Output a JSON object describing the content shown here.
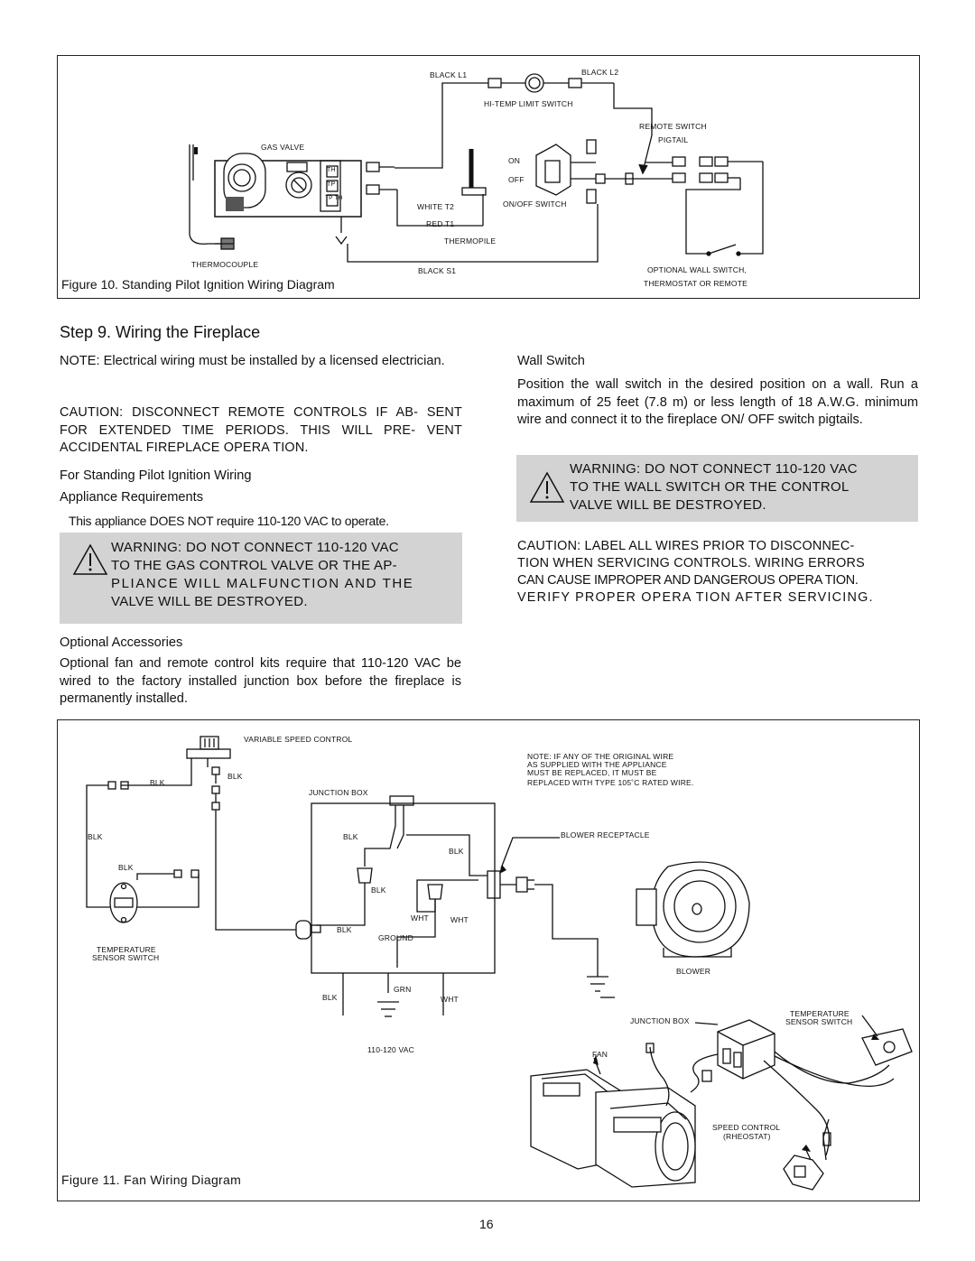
{
  "figure10": {
    "caption": "Figure 10.   Standing Pilot Ignition Wiring Diagram",
    "labels": {
      "black_l1": "BLACK L1",
      "black_l2": "BLACK L2",
      "limit_switch": "HI-TEMP LIMIT SWITCH",
      "remote_switch": "REMOTE SWITCH",
      "pigtail": "PIGTAIL",
      "gas_valve": "GAS VALVE",
      "on": "ON",
      "off": "OFF",
      "onoff_switch": "ON/OFF SWITCH",
      "white_t2": "WHITE T2",
      "red_t1": "RED T1",
      "thermopile": "THERMOPILE",
      "thermocouple": "THERMOCOUPLE",
      "black_s1": "BLACK S1",
      "optional_wall": "OPTIONAL WALL SWITCH,",
      "thermostat_remote": "THERMOSTAT OR REMOTE",
      "th": "TH",
      "tp": "TP",
      "tp_th": "TP TH"
    }
  },
  "step": {
    "heading": "Step 9.  Wiring the Fireplace",
    "note": "NOTE: Electrical wiring must be installed by a licensed electrician.",
    "caution1": "CAUTION: DISCONNECT REMOTE CONTROLS IF AB- SENT FOR EXTENDED TIME PERIODS. THIS WILL PRE- VENT ACCIDENTAL FIREPLACE OPERA TION.",
    "sub_heading_1": "For Standing Pilot Ignition Wiring",
    "sub_heading_2": "Appliance Requirements",
    "requirement": "This appliance DOES NOT require 110-120 VAC to operate.",
    "warning1": [
      "WARNING:  DO NOT CONNECT 110-120 VAC",
      "TO THE GAS CONTROL VALVE OR THE AP-",
      "PLIANCE WILL MALFUNCTION AND THE",
      "VALVE WILL BE DESTROYED."
    ],
    "optional_heading": "Optional Accessories",
    "optional_text": "Optional fan and remote control kits require that 110-120 VAC be wired to the factory installed junction box before the fireplace is permanently installed.",
    "wall_heading": "Wall Switch",
    "wall_text": "Position the wall switch in the desired position on a wall. Run a maximum of 25 feet (7.8 m) or less length of 18 A.W.G. minimum wire and connect it to the fireplace ON/ OFF switch pigtails.",
    "warning2": [
      "WARNING: DO NOT CONNECT 110-120 VAC",
      "TO THE WALL SWITCH OR THE CONTROL",
      "VALVE WILL BE DESTROYED."
    ],
    "caution2": [
      "CAUTION: LABEL ALL WIRES PRIOR TO DISCONNEC-",
      "TION WHEN SERVICING CONTROLS. WIRING ERRORS",
      "CAN CAUSE IMPROPER AND DANGEROUS OPERA TION.",
      "VERIFY PROPER OPERA TION AFTER SERVICING."
    ]
  },
  "figure11": {
    "caption": "Figure 11.   Fan Wiring Diagram",
    "labels": {
      "variable_speed": "VARIABLE SPEED CONTROL",
      "note_1": "NOTE: IF ANY OF THE ORIGINAL WIRE",
      "note_2": "AS SUPPLIED WITH THE APPLIANCE",
      "note_3": "MUST BE REPLACED, IT MUST BE",
      "note_4": "REPLACED WITH TYPE 105˚C RATED WIRE.",
      "junction_box": "JUNCTION BOX",
      "blk": "BLK",
      "blower_receptacle": "BLOWER RECEPTACLE",
      "wht": "WHT",
      "ground": "GROUND",
      "temp_sensor_1": "TEMPERATURE",
      "temp_sensor_2": "SENSOR SWITCH",
      "blower": "BLOWER",
      "grn": "GRN",
      "vac": "110-120 VAC",
      "fan": "FAN",
      "speed_control_1": "SPEED CONTROL",
      "speed_control_2": "(RHEOSTAT)"
    }
  },
  "page_number": "16"
}
